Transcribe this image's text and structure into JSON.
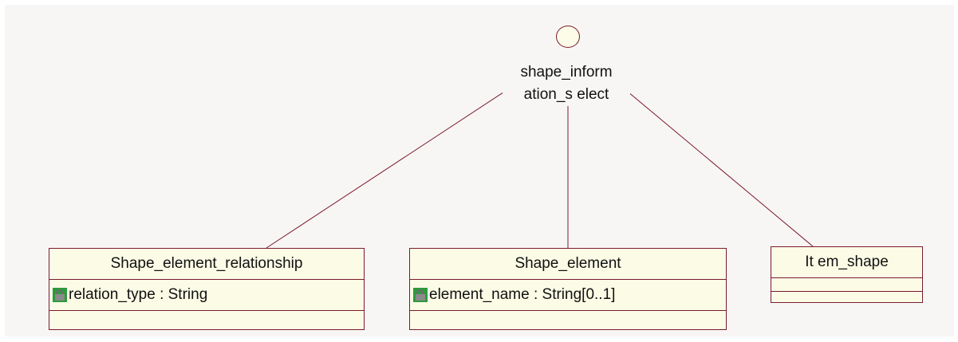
{
  "interface": {
    "label": "shape_inform\nation_s elect"
  },
  "classes": [
    {
      "name": "Shape_element_relationship",
      "attributes": [
        {
          "text": "relation_type : String"
        }
      ]
    },
    {
      "name": "Shape_element",
      "attributes": [
        {
          "text": "element_name : String[0..1]"
        }
      ]
    },
    {
      "name": "It em_shape",
      "attributes": []
    }
  ],
  "colors": {
    "stroke": "#7a1a2e",
    "fill": "#fbfbe6",
    "background": "#f8f6f5"
  }
}
